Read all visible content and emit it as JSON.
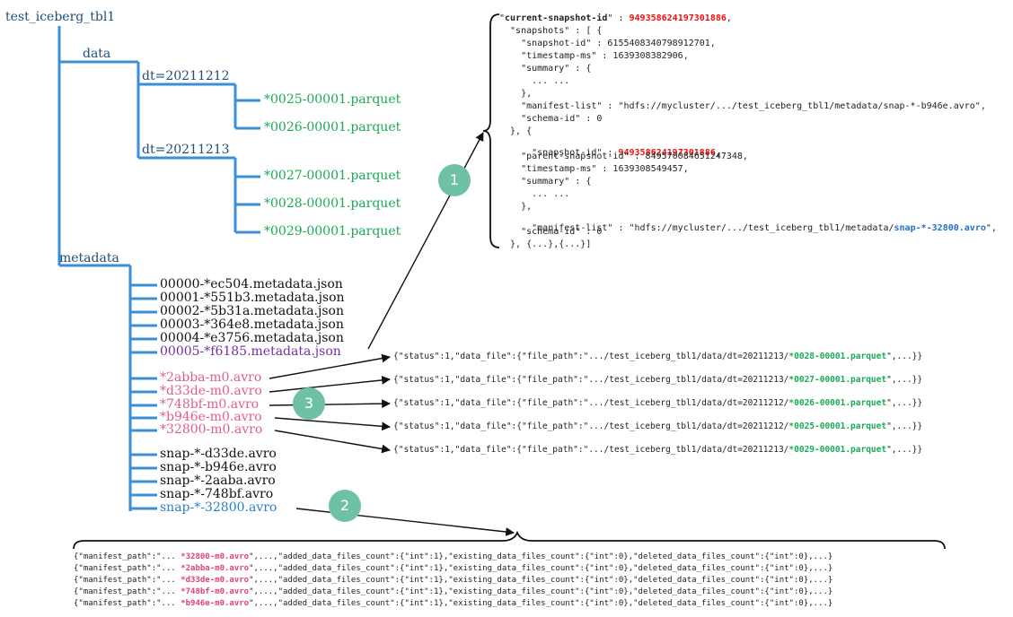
{
  "tree": {
    "root": "test_iceberg_tbl1",
    "data_dir": "data",
    "partitions": [
      {
        "name": "dt=20211212",
        "files": [
          "*0025-00001.parquet",
          "*0026-00001.parquet"
        ]
      },
      {
        "name": "dt=20211213",
        "files": [
          "*0027-00001.parquet",
          "*0028-00001.parquet",
          "*0029-00001.parquet"
        ]
      }
    ],
    "metadata_dir": "metadata",
    "metadata_json": [
      "00000-*ec504.metadata.json",
      "00001-*551b3.metadata.json",
      "00002-*5b31a.metadata.json",
      "00003-*364e8.metadata.json",
      "00004-*e3756.metadata.json",
      "00005-*f6185.metadata.json"
    ],
    "manifests": [
      "*2abba-m0.avro",
      "*d33de-m0.avro",
      "*748bf-m0.avro",
      "*b946e-m0.avro",
      "*32800-m0.avro"
    ],
    "snaps": [
      "snap-*-d33de.avro",
      "snap-*-b946e.avro",
      "snap-*-2aaba.avro",
      "snap-*-748bf.avro",
      "snap-*-32800.avro"
    ]
  },
  "badges": [
    "1",
    "2",
    "3"
  ],
  "metadata_json_lines": [
    [
      "\"",
      "current-snapshot-id",
      "\" : ",
      "949358624197301886",
      ","
    ],
    [
      "  \"snapshots\" : [ {"
    ],
    [
      "    \"snapshot-id\" : 6155408340798912701,"
    ],
    [
      "    \"timestamp-ms\" : 1639308382906,"
    ],
    [
      "    \"summary\" : {"
    ],
    [
      "      ... ..."
    ],
    [
      "    },"
    ],
    [
      "    \"manifest-list\" : \"hdfs://mycluster/.../test_iceberg_tbl1/metadata/snap-*-b946e.avro\","
    ],
    [
      "    \"schema-id\" : 0"
    ],
    [
      "  }, {"
    ],
    [
      "    \"snapshot-id\" : ",
      "949358624197301886",
      ","
    ],
    [
      "    \"parent-snapshot-id\" : 849570084651247348,"
    ],
    [
      "    \"timestamp-ms\" : 1639308549457,"
    ],
    [
      "    \"summary\" : {"
    ],
    [
      "      ... ..."
    ],
    [
      "    },"
    ],
    [
      "    \"manifest-list\" : \"hdfs://mycluster/.../test_iceberg_tbl1/metadata/",
      "snap-*-32800.avro",
      "\","
    ],
    [
      "    \"schema-id\" : 0"
    ],
    [
      "  }, {...},{...}]"
    ]
  ],
  "manifest_entries": [
    {
      "prefix": "{\"status\":1,\"data_file\":{\"file_path\":\".../test_iceberg_tbl1/data/dt=20211213/",
      "file": "*0028-00001.parquet",
      "suffix": "\",...}}"
    },
    {
      "prefix": "{\"status\":1,\"data_file\":{\"file_path\":\".../test_iceberg_tbl1/data/dt=20211213/",
      "file": "*0027-00001.parquet",
      "suffix": "\",...}}"
    },
    {
      "prefix": "{\"status\":1,\"data_file\":{\"file_path\":\".../test_iceberg_tbl1/data/dt=20211212/",
      "file": "*0026-00001.parquet",
      "suffix": "\",...}}"
    },
    {
      "prefix": "{\"status\":1,\"data_file\":{\"file_path\":\".../test_iceberg_tbl1/data/dt=20211212/",
      "file": "*0025-00001.parquet",
      "suffix": "\",...}}"
    },
    {
      "prefix": "{\"status\":1,\"data_file\":{\"file_path\":\".../test_iceberg_tbl1/data/dt=20211213/",
      "file": "*0029-00001.parquet",
      "suffix": "\",...}}"
    }
  ],
  "manifest_list_entries": [
    {
      "prefix": "{\"manifest_path\":\"... ",
      "file": "*32800-m0.avro",
      "suffix": "\",...,\"added_data_files_count\":{\"int\":1},\"existing_data_files_count\":{\"int\":0},\"deleted_data_files_count\":{\"int\":0},...}"
    },
    {
      "prefix": "{\"manifest_path\":\"... ",
      "file": "*2abba-m0.avro",
      "suffix": "\",...,\"added_data_files_count\":{\"int\":1},\"existing_data_files_count\":{\"int\":0},\"deleted_data_files_count\":{\"int\":0},...}"
    },
    {
      "prefix": "{\"manifest_path\":\"... ",
      "file": "*d33de-m0.avro",
      "suffix": "\",...,\"added_data_files_count\":{\"int\":1},\"existing_data_files_count\":{\"int\":0},\"deleted_data_files_count\":{\"int\":0},...}"
    },
    {
      "prefix": "{\"manifest_path\":\"... ",
      "file": "*748bf-m0.avro",
      "suffix": "\",...,\"added_data_files_count\":{\"int\":1},\"existing_data_files_count\":{\"int\":0},\"deleted_data_files_count\":{\"int\":0},...}"
    },
    {
      "prefix": "{\"manifest_path\":\"... ",
      "file": "*b946e-m0.avro",
      "suffix": "\",...,\"added_data_files_count\":{\"int\":1},\"existing_data_files_count\":{\"int\":0},\"deleted_data_files_count\":{\"int\":0},...}"
    }
  ],
  "colors": {
    "tree_line": "#3a8fd6",
    "arrow": "#111111",
    "badge": "#6fc1a3",
    "highlight_red": "#ee1111",
    "highlight_green": "#1aaa55",
    "highlight_pink": "#e0407f"
  }
}
